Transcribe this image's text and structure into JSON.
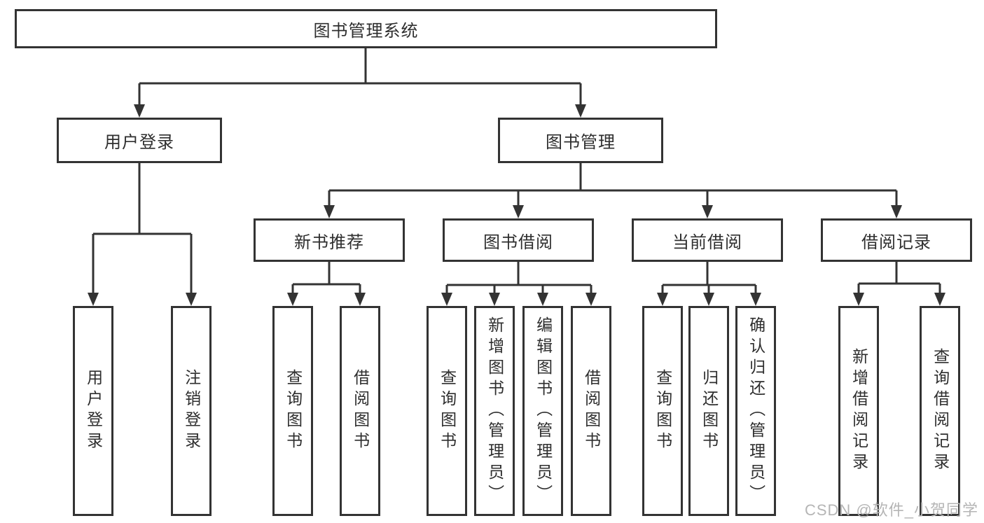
{
  "diagram": {
    "type": "hierarchy-tree",
    "root": {
      "label": "图书管理系统"
    },
    "level2": [
      {
        "id": "user-login",
        "label": "用户登录"
      },
      {
        "id": "book-management",
        "label": "图书管理"
      }
    ],
    "level3": [
      {
        "id": "new-book-recommend",
        "label": "新书推荐",
        "parent": "图书管理"
      },
      {
        "id": "book-borrow",
        "label": "图书借阅",
        "parent": "图书管理"
      },
      {
        "id": "current-borrow",
        "label": "当前借阅",
        "parent": "图书管理"
      },
      {
        "id": "borrow-records",
        "label": "借阅记录",
        "parent": "图书管理"
      }
    ],
    "leaves": {
      "user_login": [
        "用户登录",
        "注销登录"
      ],
      "new_book_recommend": [
        "查询图书",
        "借阅图书"
      ],
      "book_borrow": [
        "查询图书",
        "新增图书（管理员）",
        "编辑图书（管理员）",
        "借阅图书"
      ],
      "current_borrow": [
        "查询图书",
        "归还图书",
        "确认归还（管理员）"
      ],
      "borrow_records": [
        "新增借阅记录",
        "查询借阅记录"
      ]
    }
  },
  "watermark": {
    "text": "CSDN @软件_小贺同学"
  },
  "colors": {
    "line": "#333333",
    "text": "#2e2e2e",
    "watermark": "#b5b5b5",
    "background": "#ffffff"
  }
}
